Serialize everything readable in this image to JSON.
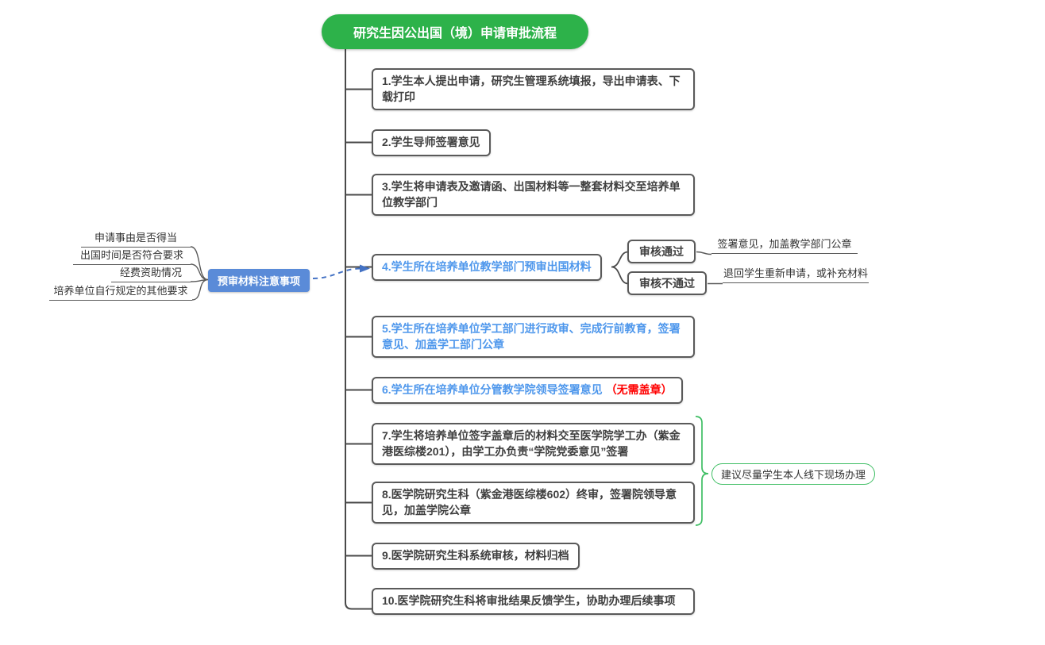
{
  "title": "研究生因公出国（境）申请审批流程",
  "steps": [
    {
      "text": "1.学生本人提出申请，研究生管理系统填报，导出申请表、下载打印",
      "style": "dark"
    },
    {
      "text": "2.学生导师签署意见",
      "style": "dark"
    },
    {
      "text": "3.学生将申请表及邀请函、出国材料等一整套材料交至培养单位教学部门",
      "style": "dark"
    },
    {
      "text": "4.学生所在培养单位教学部门预审出国材料",
      "style": "blue"
    },
    {
      "text": "5.学生所在培养单位学工部门进行政审、完成行前教育，签署意见、加盖学工部门公章",
      "style": "blue"
    },
    {
      "text": "6.学生所在培养单位分管教学院领导签署意见",
      "suffix": "（无需盖章）",
      "style": "blue"
    },
    {
      "text": "7.学生将培养单位签字盖章后的材料交至医学院学工办（紫金港医综楼201），由学工办负责“学院党委意见”签署",
      "style": "dark"
    },
    {
      "text": "8.医学院研究生科（紫金港医综楼602）终审，签署院领导意见，加盖学院公章",
      "style": "dark"
    },
    {
      "text": "9.医学院研究生科系统审核，材料归档",
      "style": "dark"
    },
    {
      "text": "10.医学院研究生科将审批结果反馈学生，协助办理后续事项",
      "style": "dark"
    }
  ],
  "precheck": {
    "label": "预审材料注意事项",
    "items": [
      "申请事由是否得当",
      "出国时间是否符合要求",
      "经费资助情况",
      "培养单位自行规定的其他要求"
    ]
  },
  "review": {
    "pass": {
      "label": "审核通过",
      "note": "签署意见，加盖教学部门公章"
    },
    "fail": {
      "label": "审核不通过",
      "note": "退回学生重新申请，或补充材料"
    }
  },
  "advice": "建议尽量学生本人线下现场办理",
  "colors": {
    "title_green": "#2DB24A",
    "brace_green": "#3FBE64",
    "blue_text": "#4E97EC",
    "blue_fill": "#5A8BD8",
    "red": "#FF0000",
    "border_gray": "#5A5A5A",
    "relationship_blue": "#4472C4"
  }
}
